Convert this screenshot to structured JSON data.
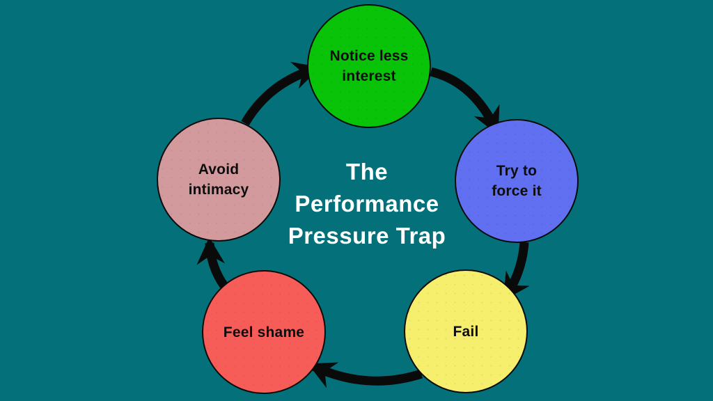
{
  "canvas": {
    "background": "#04717a"
  },
  "title": {
    "lines": [
      "The",
      "Performance",
      "Pressure Trap"
    ],
    "full_text": "The Performance Pressure Trap",
    "color": "#ffffff"
  },
  "cycle": {
    "diagram_type": "cycle",
    "direction": "clockwise",
    "arrow_color": "#0a0a0a",
    "node_border_color": "#0a0a0a",
    "nodes": [
      {
        "id": "notice-less-interest",
        "label": "Notice less\ninterest",
        "full_text": "Notice less interest",
        "color": "#09c309",
        "position": "top"
      },
      {
        "id": "try-to-force-it",
        "label": "Try to\nforce it",
        "full_text": "Try to force it",
        "color": "#6170f0",
        "position": "right"
      },
      {
        "id": "fail",
        "label": "Fail",
        "full_text": "Fail",
        "color": "#f6ef6d",
        "position": "bottom-right"
      },
      {
        "id": "feel-shame",
        "label": "Feel shame",
        "full_text": "Feel shame",
        "color": "#f75d58",
        "position": "bottom-left"
      },
      {
        "id": "avoid-intimacy",
        "label": "Avoid\nintimacy",
        "full_text": "Avoid intimacy",
        "color": "#d39a9e",
        "position": "left"
      }
    ],
    "arrows": [
      {
        "from": "avoid-intimacy",
        "to": "notice-less-interest"
      },
      {
        "from": "notice-less-interest",
        "to": "try-to-force-it"
      },
      {
        "from": "try-to-force-it",
        "to": "fail"
      },
      {
        "from": "fail",
        "to": "feel-shame"
      },
      {
        "from": "feel-shame",
        "to": "avoid-intimacy"
      }
    ]
  }
}
